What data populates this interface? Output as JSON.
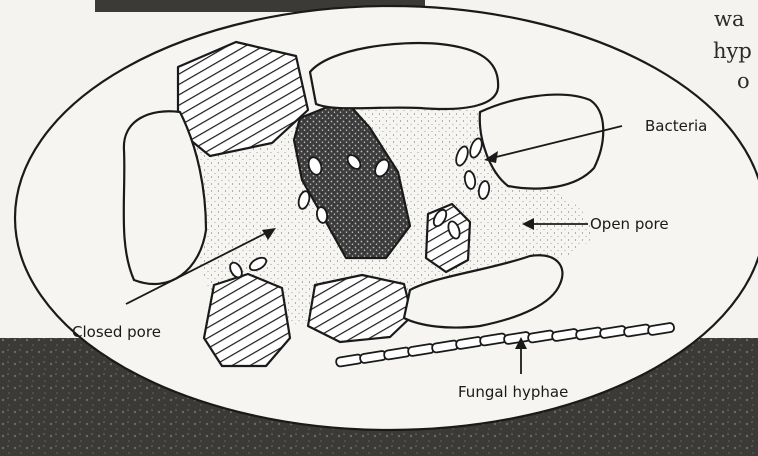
{
  "labels": {
    "bacteria": "Bacteria",
    "open_pore": "Open pore",
    "closed_pore": "Closed pore",
    "fungal_hyphae": "Fungal hyphae"
  },
  "page_text": {
    "line1": "wa",
    "line2": "hyp",
    "line3": "o"
  }
}
